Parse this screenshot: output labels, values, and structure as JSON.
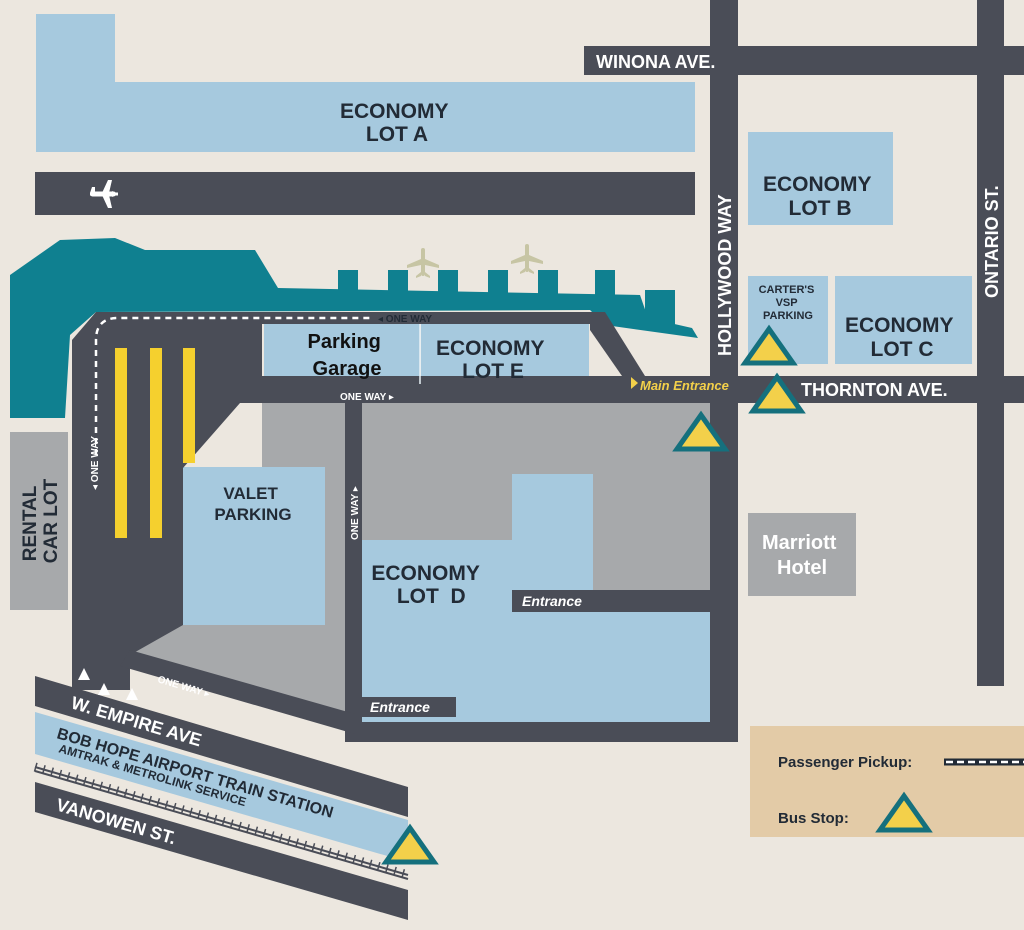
{
  "lots": {
    "economy_a": [
      "ECONOMY",
      "LOT A"
    ],
    "economy_b": [
      "ECONOMY",
      "LOT B"
    ],
    "economy_c": [
      "ECONOMY",
      "LOT C"
    ],
    "economy_d": [
      "ECONOMY",
      "LOT  D"
    ],
    "economy_e": [
      "ECONOMY",
      "LOT E"
    ],
    "parking_garage": [
      "Parking",
      "Garage"
    ],
    "valet": [
      "VALET",
      "PARKING"
    ],
    "carters": [
      "CARTER'S",
      "VSP",
      "PARKING"
    ],
    "rental": [
      "RENTAL",
      "CAR LOT"
    ],
    "marriott": [
      "Marriott",
      "Hotel"
    ]
  },
  "roads": {
    "winona": "WINONA AVE.",
    "hollywood": "HOLLYWOOD WAY",
    "ontario": "ONTARIO ST.",
    "thornton": "THORNTON AVE.",
    "empire": "W. EMPIRE AVE",
    "vanowen": "VANOWEN ST."
  },
  "train_station": {
    "name": "BOB HOPE AIRPORT TRAIN STATION",
    "service": "AMTRAK & METROLINK SERVICE"
  },
  "one_way": {
    "top": "◂ ONE WAY",
    "middle": "ONE WAY ▸",
    "left": "◂ ONE WAY",
    "center": "ONE WAY ▸",
    "bottom": "ONE WAY ▸"
  },
  "entrances": {
    "main": "Main Entrance",
    "lot_d_upper": "Entrance",
    "lot_d_lower": "Entrance"
  },
  "legend": {
    "passenger_pickup": "Passenger Pickup:",
    "bus_stop": "Bus Stop:"
  },
  "icons": {
    "airplane": "airplane-icon",
    "bus_stop": "bus-stop-icon"
  },
  "colors": {
    "background": "#ece7df",
    "road": "#4a4d57",
    "lot": "#a6c9de",
    "terminal": "#0f8090",
    "gray_lot": "#a7a9ab",
    "valet_lines": "#f5d02e",
    "legend_box": "#e3cba7",
    "bus_stop_fill": "#f3d04a",
    "bus_stop_border": "#15707d"
  }
}
